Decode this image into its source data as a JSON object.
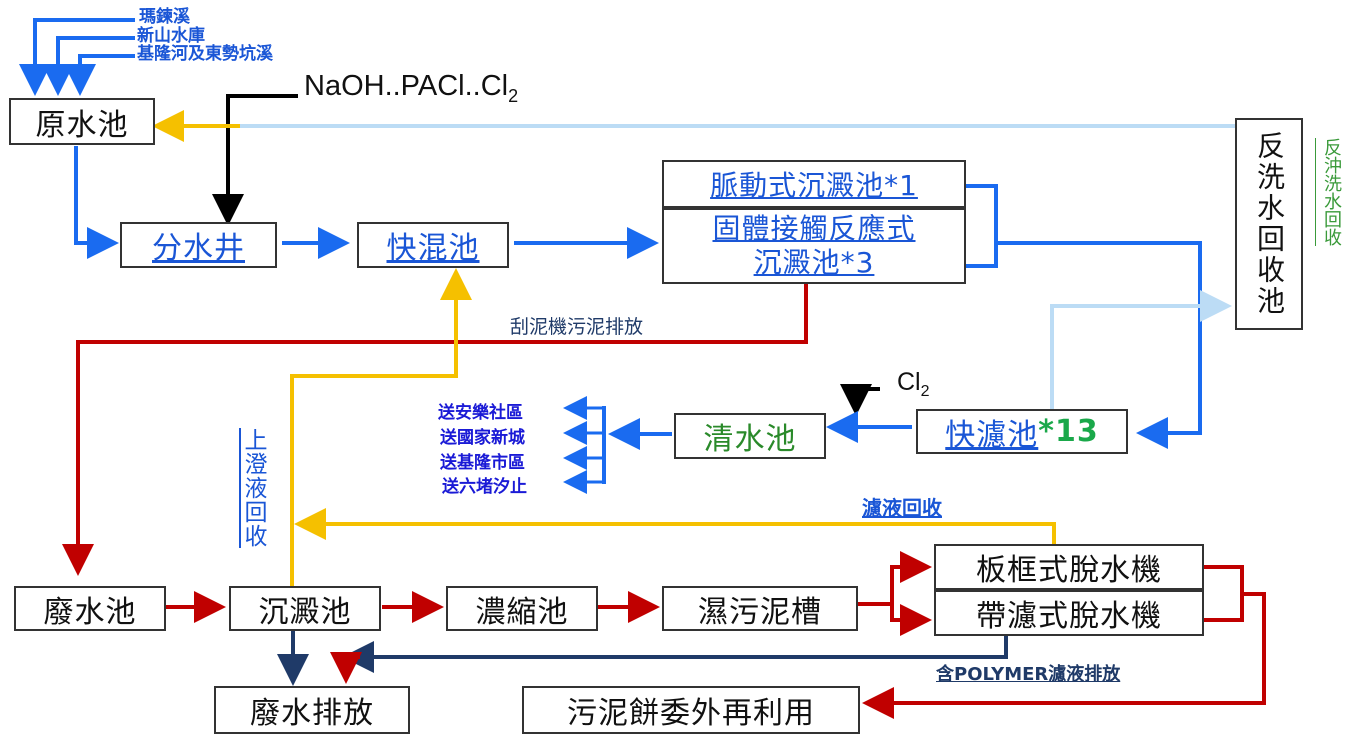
{
  "sources": [
    "瑪鍊溪",
    "新山水庫",
    "基隆河及東勢坑溪"
  ],
  "chemicals_top": "NaOH..PACl..Cl",
  "chemicals_top_sub": "2",
  "chlorine": "Cl",
  "chlorine_sub": "2",
  "boxes": {
    "raw_pool": "原水池",
    "split_well": "分水井",
    "fast_mix": "快混池",
    "pulse_settle": "脈動式沉澱池*1",
    "solid_contact_1": "固體接觸反應式",
    "solid_contact_2": "沉澱池*3",
    "backwash_recovery": "反洗水回收池",
    "rapid_filter": "快濾池",
    "rapid_filter_count": "*13",
    "clear_water": "清水池",
    "waste_pool": "廢水池",
    "settling": "沉澱池",
    "thickening": "濃縮池",
    "wet_sludge": "濕污泥槽",
    "plate_press": "板框式脫水機",
    "belt_press": "帶濾式脫水機",
    "discharge": "廢水排放",
    "sludge_cake": "污泥餅委外再利用"
  },
  "labels": {
    "backwash_recycle": "反沖洗水回收",
    "scraper_discharge": "刮泥機污泥排放",
    "supernatant": "上澄液回收",
    "filtrate_recycle": "濾液回收",
    "polymer_discharge": "含POLYMER濾液排放"
  },
  "destinations": [
    "送安樂社區",
    "送國家新城",
    "送基隆市區",
    "送六堵汐止"
  ],
  "colors": {
    "water": "#1a6bf0",
    "backwash": "#bcdcf5",
    "sludge": "#c00000",
    "supernatant": "#f5c000",
    "polymer": "#1f3a68",
    "chemical": "#000000"
  }
}
